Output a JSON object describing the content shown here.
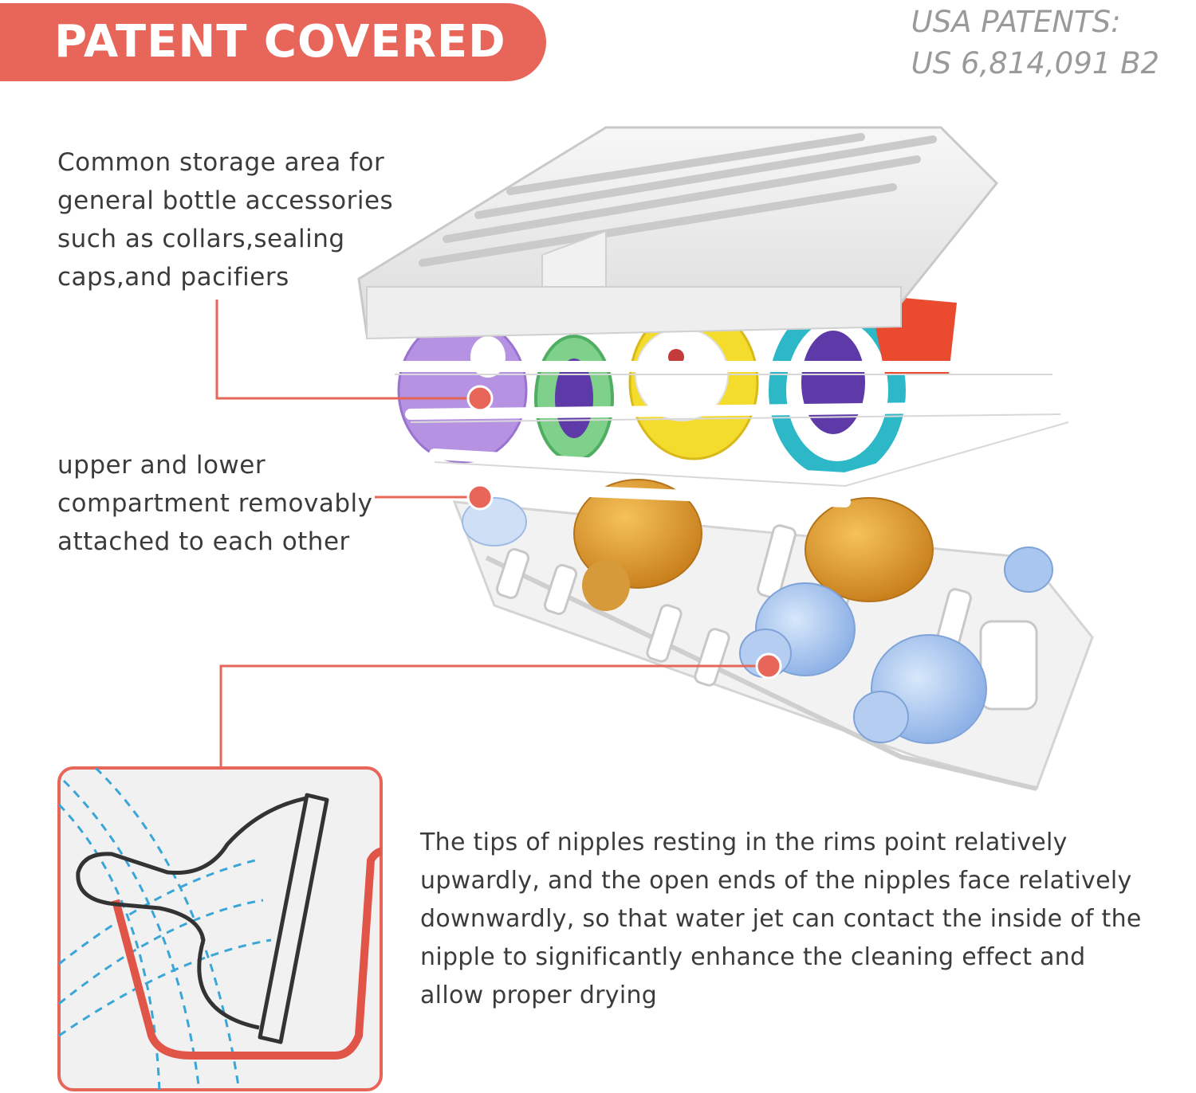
{
  "badge": {
    "label": "PATENT COVERED"
  },
  "patents": {
    "line1": "USA PATENTS:",
    "line2": "US 6,814,091 B2"
  },
  "callouts": {
    "storage": [
      "Common storage area for",
      "general bottle accessories",
      "such as collars,sealing",
      "caps,and pacifiers"
    ],
    "compartment": [
      "upper and lower",
      "compartment removably",
      "attached to each other"
    ],
    "nipples": [
      "The tips of nipples resting in the rims point relatively",
      "upwardly, and the open ends of the nipples face relatively",
      "downwardly, so that water jet can contact the inside of the",
      "nipple to significantly enhance the cleaning effect and",
      "allow proper drying"
    ]
  },
  "colors": {
    "accent": "#e8655a",
    "badge_text": "#ffffff",
    "patent_text": "#9a9a9a",
    "body_text": "#3b3b3b",
    "water_jet": "#3aa6d8",
    "diagram_border": "#e8655a"
  },
  "icons": {
    "basket": "dishwasher-basket-image",
    "nipple_diagram": "nipple-rim-diagram"
  }
}
